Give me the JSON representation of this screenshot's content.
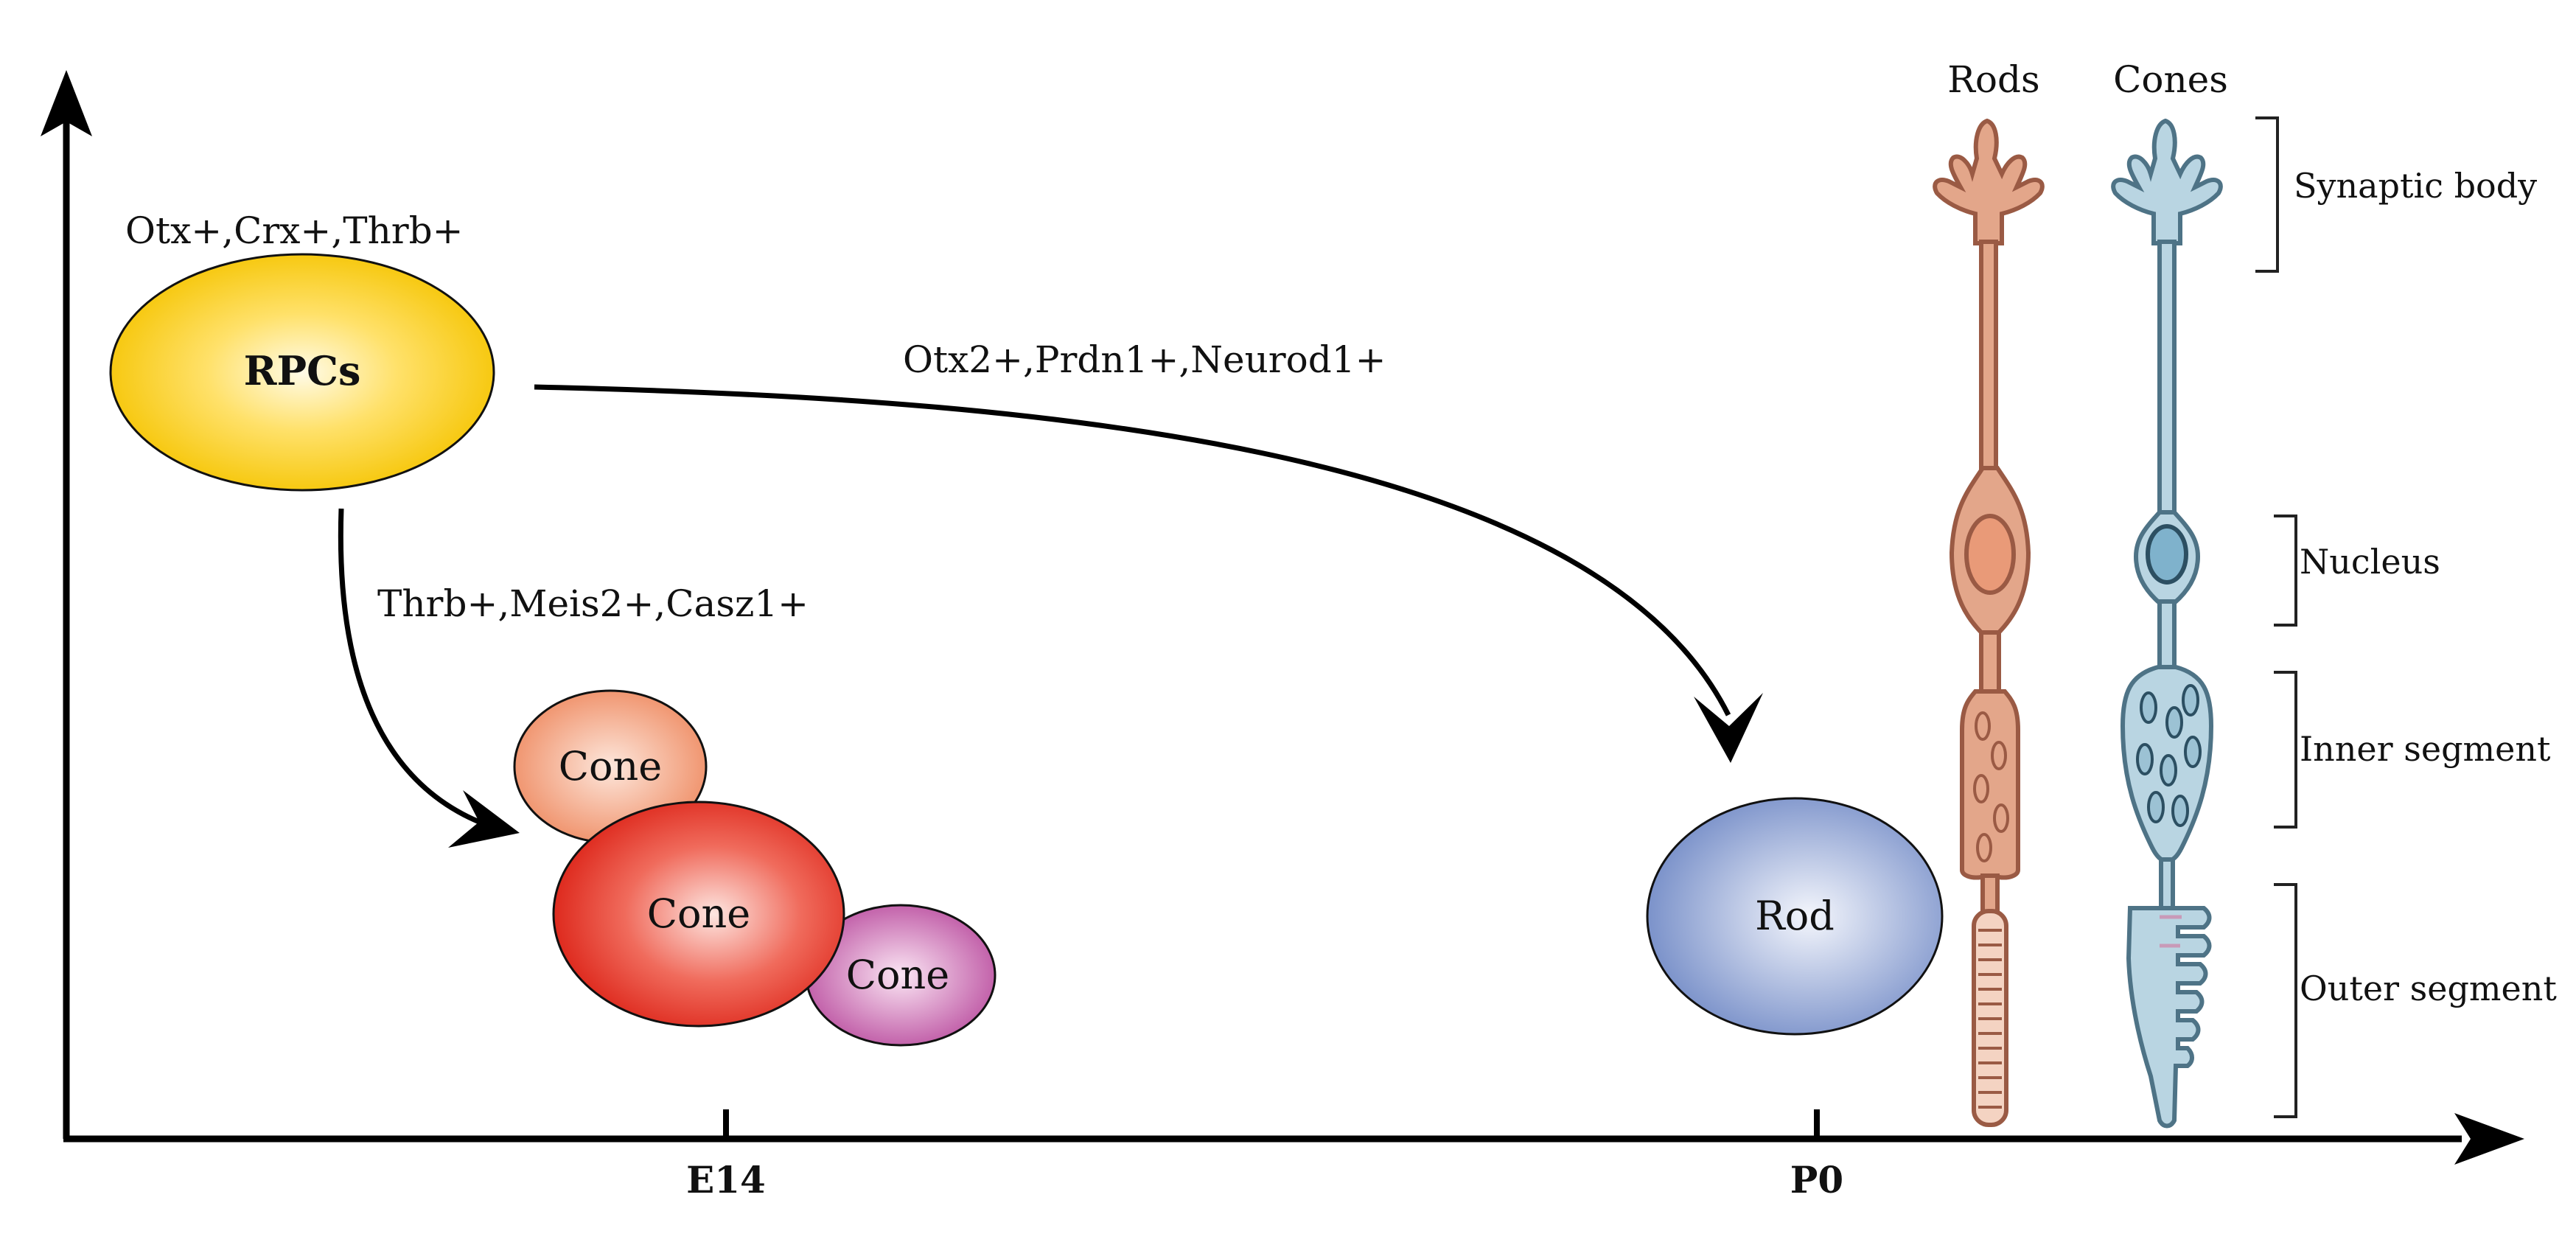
{
  "cells": {
    "rpcs": "RPCs",
    "cone_top": "Cone",
    "cone_middle": "Cone",
    "cone_right": "Cone",
    "rod": "Rod"
  },
  "markers": {
    "rpc": "Otx+,Crx+,Thrb+",
    "rod_path": "Otx2+,Prdn1+,Neurod1+",
    "cone_path": "Thrb+,Meis2+,Casz1+"
  },
  "axis": {
    "ticks": [
      "E14",
      "P0"
    ]
  },
  "photoreceptors": {
    "rods_title": "Rods",
    "cones_title": "Cones",
    "structures": [
      "Synaptic body",
      "Nucleus",
      "Inner segment",
      "Outer segment"
    ]
  },
  "colors": {
    "rpc": "#f5c400",
    "cone_peach": "#f0956d",
    "cone_red": "#e2281f",
    "cone_magenta": "#c25aa8",
    "rod": "#7f95cc",
    "rod_cell": "#d99a82",
    "cone_cell": "#a8c9d9"
  }
}
